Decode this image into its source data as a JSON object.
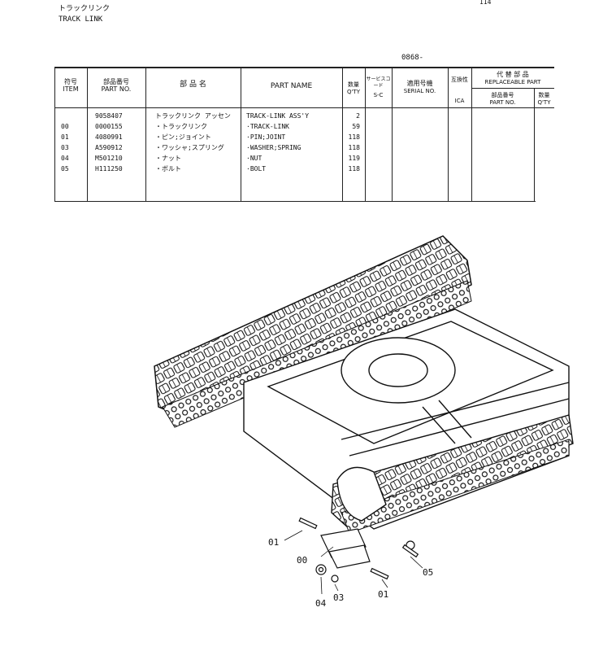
{
  "page": {
    "page_number": "114"
  },
  "header": {
    "title_jp": "トラックリンク",
    "title_en": "TRACK LINK",
    "serial_code": "0868-"
  },
  "table": {
    "headers": {
      "item_jp": "符号",
      "item_en": "ITEM",
      "part_no_jp": "部品番号",
      "part_no_en": "PART NO.",
      "name_jp": "部 品 名",
      "name_en": "PART NAME",
      "qty_jp": "数量",
      "qty_en": "Q'TY",
      "service_jp": "サービスコード",
      "service_en": "S-C",
      "serial_jp": "適用号機",
      "serial_en": "SERIAL NO.",
      "ica_jp": "互換性",
      "ica_en": "ICA",
      "replaceable_jp": "代 替 部 品",
      "replaceable_en": "REPLACEABLE PART",
      "repl_part_jp": "部品番号",
      "repl_part_en": "PART NO.",
      "repl_qty_jp": "数量",
      "repl_qty_en": "Q'TY"
    },
    "rows": [
      {
        "item": "",
        "part_no": "9058407",
        "name_jp": "トラックリンク アッセン",
        "name_en": "TRACK-LINK ASS'Y",
        "qty": "2"
      },
      {
        "item": "00",
        "part_no": "0000155",
        "name_jp": "・トラックリンク",
        "name_en": "·TRACK-LINK",
        "qty": "59"
      },
      {
        "item": "01",
        "part_no": "4080991",
        "name_jp": "・ピン;ジョイント",
        "name_en": "·PIN;JOINT",
        "qty": "118"
      },
      {
        "item": "03",
        "part_no": "A590912",
        "name_jp": "・ワッシャ;スプリング",
        "name_en": "·WASHER;SPRING",
        "qty": "118"
      },
      {
        "item": "04",
        "part_no": "M501210",
        "name_jp": "・ナット",
        "name_en": "·NUT",
        "qty": "119"
      },
      {
        "item": "05",
        "part_no": "H111250",
        "name_jp": "・ボルト",
        "name_en": "·BOLT",
        "qty": "118"
      }
    ]
  },
  "diagram": {
    "callouts": [
      "01",
      "00",
      "05",
      "01",
      "03",
      "04"
    ]
  }
}
